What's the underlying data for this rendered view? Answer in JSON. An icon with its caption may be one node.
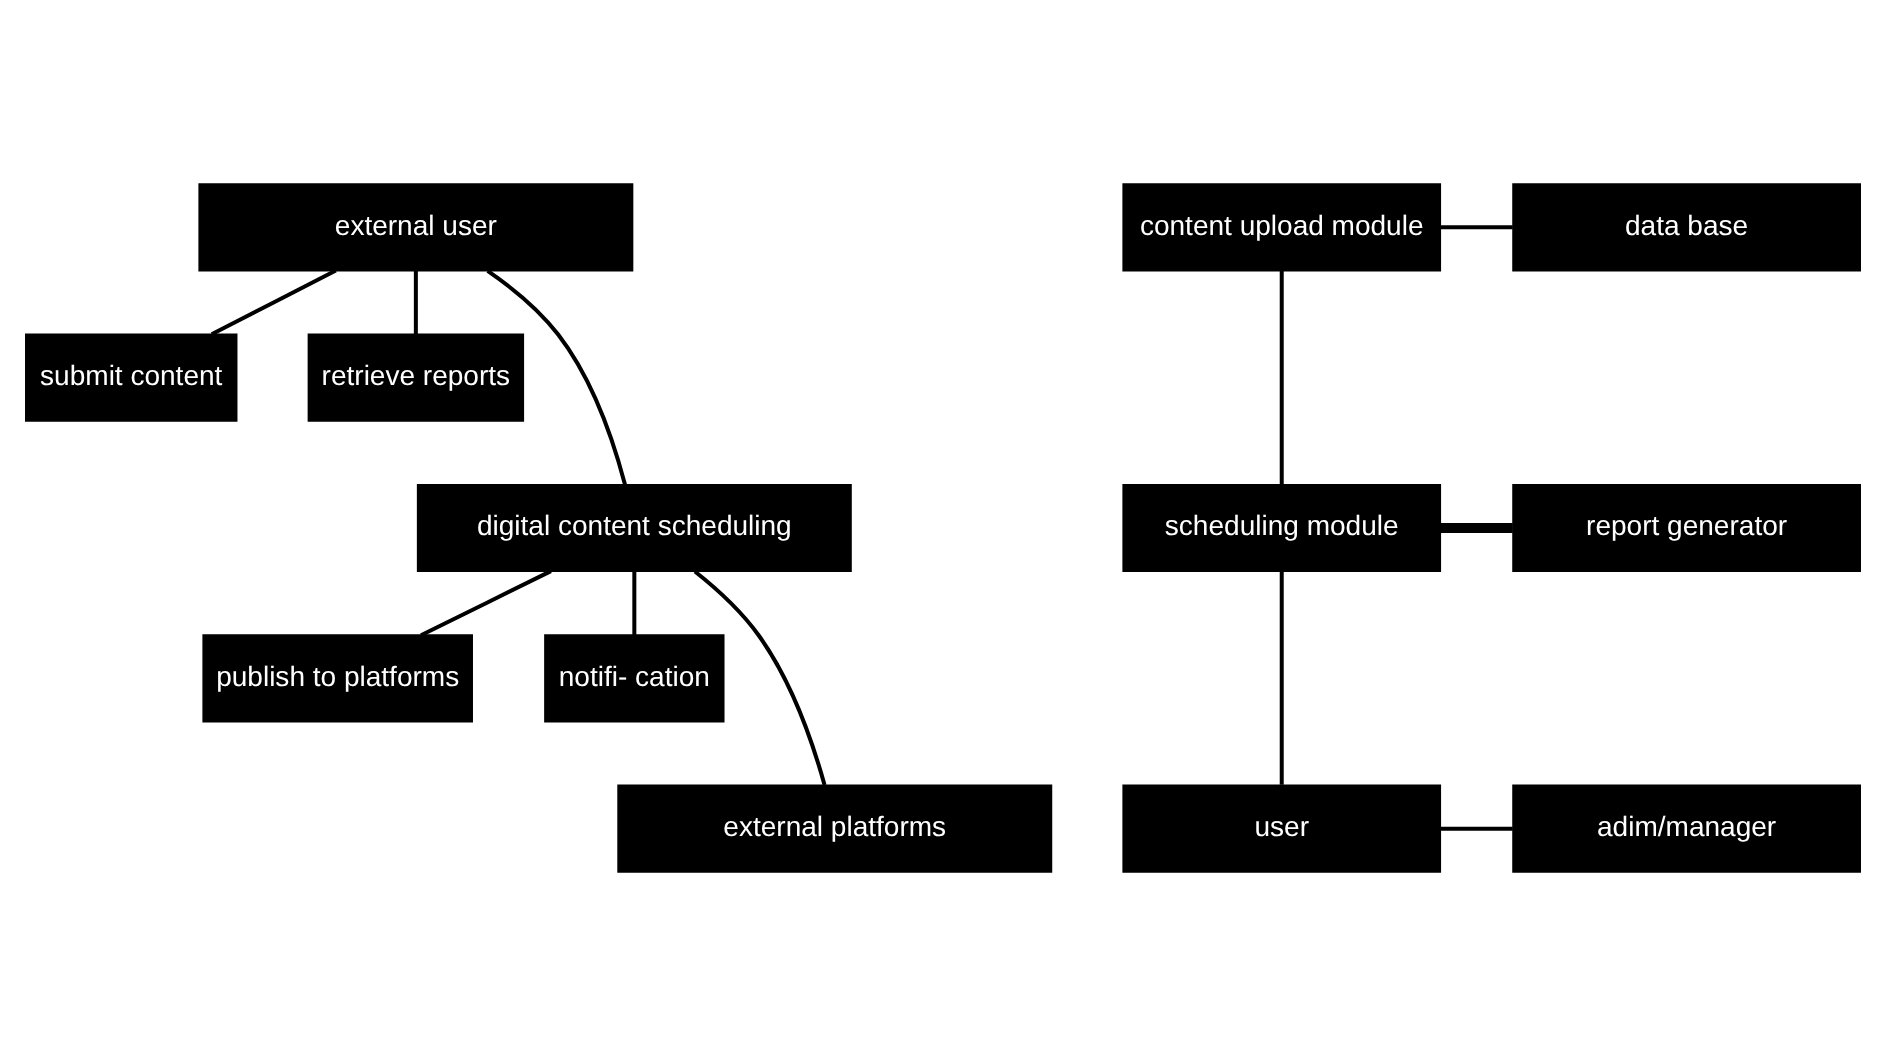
{
  "diagram": {
    "nodes": [
      {
        "text": [
          "external user"
        ]
      },
      {
        "text": [
          "submit content"
        ]
      },
      {
        "text": [
          "retrieve reports"
        ]
      },
      {
        "text": [
          "digital content scheduling"
        ]
      },
      {
        "text": [
          "publish to platforms"
        ]
      },
      {
        "text": [
          "notifi- cation"
        ]
      },
      {
        "text": [
          "external platforms"
        ]
      },
      {
        "text": [
          "content upload module"
        ]
      },
      {
        "text": [
          "data base"
        ]
      },
      {
        "text": [
          "scheduling module"
        ]
      },
      {
        "text": [
          "report generator"
        ]
      },
      {
        "text": [
          "user"
        ]
      },
      {
        "text": [
          "adim/manager"
        ]
      }
    ],
    "edges": [
      {
        "from": 0,
        "to": 1,
        "arrow": "none"
      },
      {
        "from": 0,
        "to": 2,
        "arrow": "none"
      },
      {
        "from": 0,
        "to": 3,
        "arrow": "none"
      },
      {
        "from": 3,
        "to": 4,
        "arrow": "none"
      },
      {
        "from": 3,
        "to": 5,
        "arrow": "none"
      },
      {
        "from": 3,
        "to": 6,
        "arrow": "none"
      },
      {
        "from": 7,
        "to": 8,
        "arrow": "none"
      },
      {
        "from": 7,
        "to": 9,
        "arrow": "none"
      },
      {
        "from": 9,
        "to": 10,
        "arrow": "none",
        "style": "thick"
      },
      {
        "from": 9,
        "to": 11,
        "arrow": "none"
      },
      {
        "from": 11,
        "to": 12,
        "arrow": "none"
      }
    ]
  }
}
